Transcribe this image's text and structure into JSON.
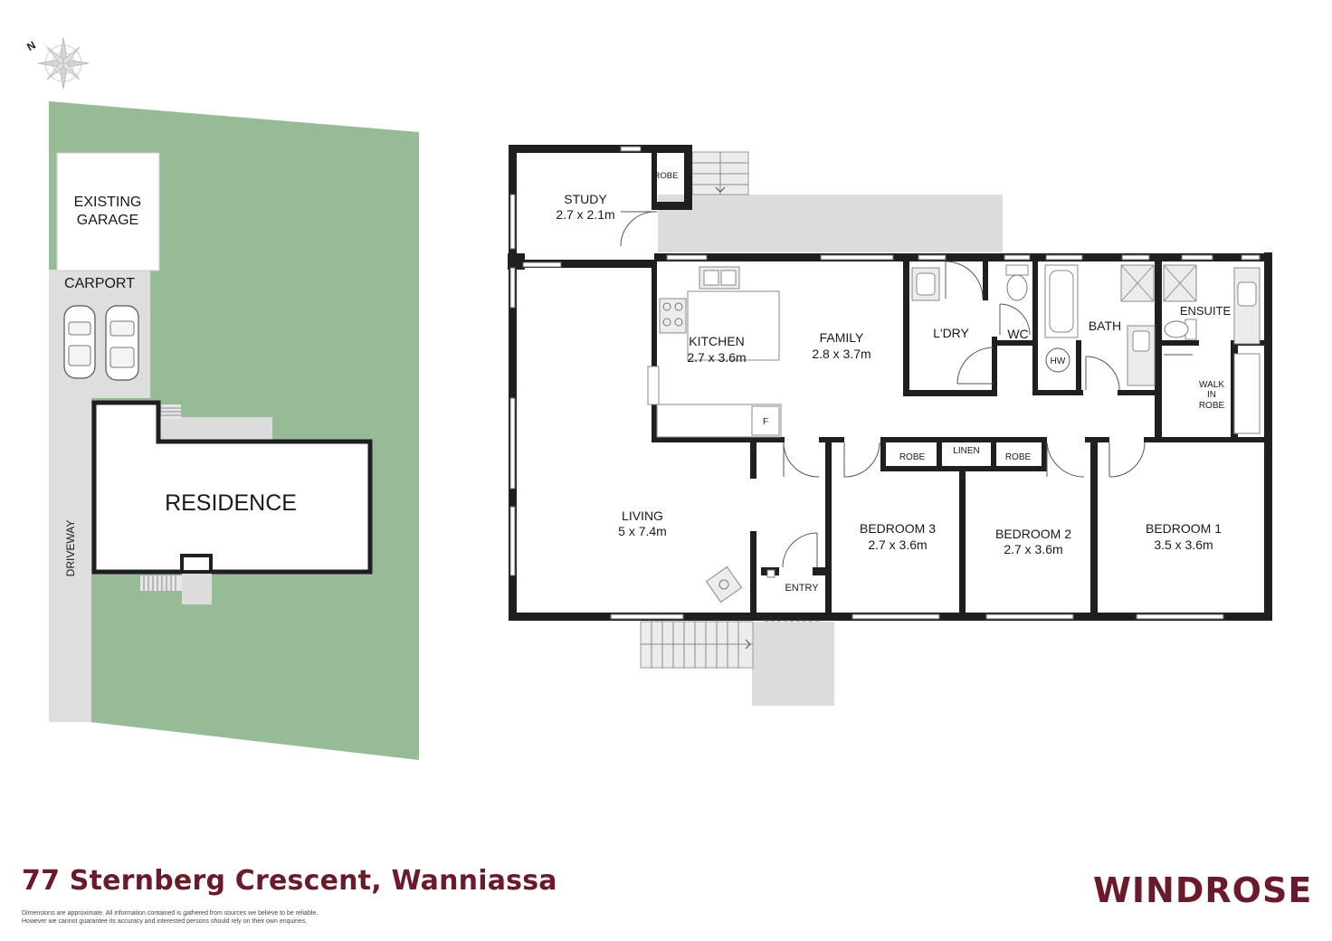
{
  "site": {
    "compass_label": "N",
    "existing_garage": [
      "EXISTING",
      "GARAGE"
    ],
    "carport": "CARPORT",
    "residence": "RESIDENCE",
    "driveway": "DRIVEWAY"
  },
  "rooms": {
    "study": {
      "name": "STUDY",
      "size": "2.7 x 2.1m"
    },
    "robe_study": "ROBE",
    "kitchen": {
      "name": "KITCHEN",
      "size": "2.7 x 3.6m"
    },
    "family": {
      "name": "FAMILY",
      "size": "2.8 x 3.7m"
    },
    "laundry": "L'DRY",
    "wc": "WC",
    "hw": "HW",
    "bath": "BATH",
    "ensuite": "ENSUITE",
    "walk_in_robe": [
      "WALK",
      "IN",
      "ROBE"
    ],
    "fridge": "F",
    "living": {
      "name": "LIVING",
      "size": "5 x 7.4m"
    },
    "robe_left": "ROBE",
    "linen": "LINEN",
    "robe_right": "ROBE",
    "bedroom3": {
      "name": "BEDROOM 3",
      "size": "2.7 x 3.6m"
    },
    "bedroom2": {
      "name": "BEDROOM 2",
      "size": "2.7 x 3.6m"
    },
    "bedroom1": {
      "name": "BEDROOM 1",
      "size": "3.5 x 3.6m"
    },
    "entry": "ENTRY"
  },
  "footer": {
    "address": "77 Sternberg Crescent, Wanniassa",
    "disclaimer_line1": "Dimensions are approximate. All information contained is gathered from sources we believe to be reliable.",
    "disclaimer_line2": "However we cannot guarantee its accuracy and interested persons should rely on their own enquiries.",
    "brand": "WINDROSE"
  },
  "colors": {
    "lawn": "#97bb97",
    "wall": "#1f1f1f",
    "deck": "#dcdcdc",
    "brand": "#6b1a2a"
  }
}
